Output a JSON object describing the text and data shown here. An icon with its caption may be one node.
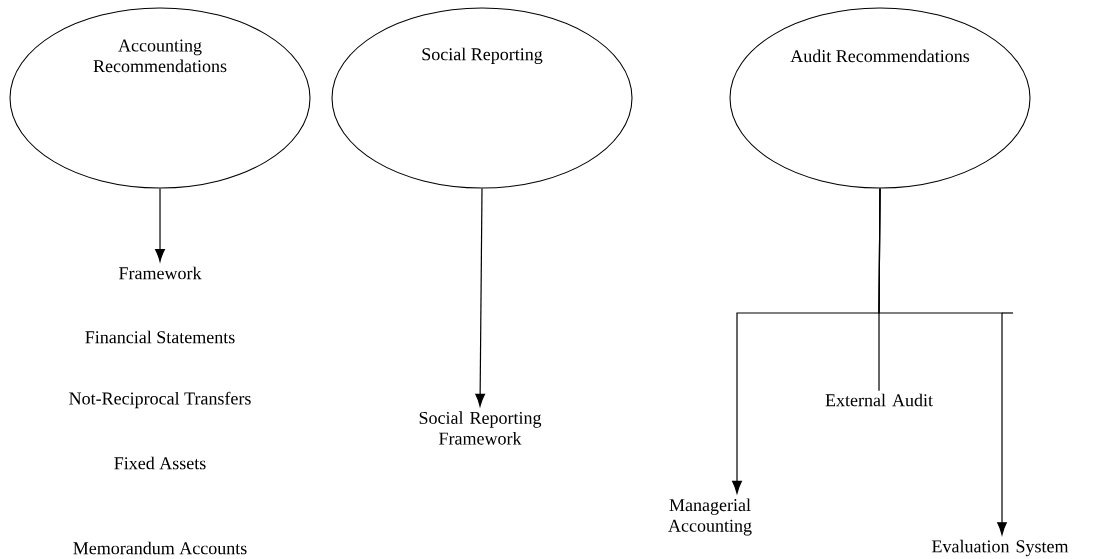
{
  "diagram": {
    "nodes": [
      {
        "text": [
          "Accounting Recommendations"
        ]
      },
      {
        "text": [
          "Social Reporting"
        ]
      },
      {
        "text": [
          "Audit Recommendations"
        ]
      },
      {
        "text": [
          "Framework"
        ]
      },
      {
        "text": [
          "Social Reporting Framework"
        ]
      },
      {
        "text": [
          "External Audit"
        ]
      },
      {
        "text": [
          "Managerial Accounting"
        ]
      },
      {
        "text": [
          "Evaluation System"
        ]
      }
    ],
    "edges": [
      {
        "from": 0,
        "to": 3,
        "arrow": "to"
      },
      {
        "from": 1,
        "to": 4,
        "arrow": "to"
      },
      {
        "from": 2,
        "to": 5,
        "arrow": "none"
      },
      {
        "from": 2,
        "to": 6,
        "arrow": "to"
      },
      {
        "from": 2,
        "to": 7,
        "arrow": "to"
      }
    ],
    "labels": [
      "Financial Statements",
      "Not-Reciprocal Transfers",
      "Fixed Assets",
      "Memorandum Accounts"
    ]
  }
}
